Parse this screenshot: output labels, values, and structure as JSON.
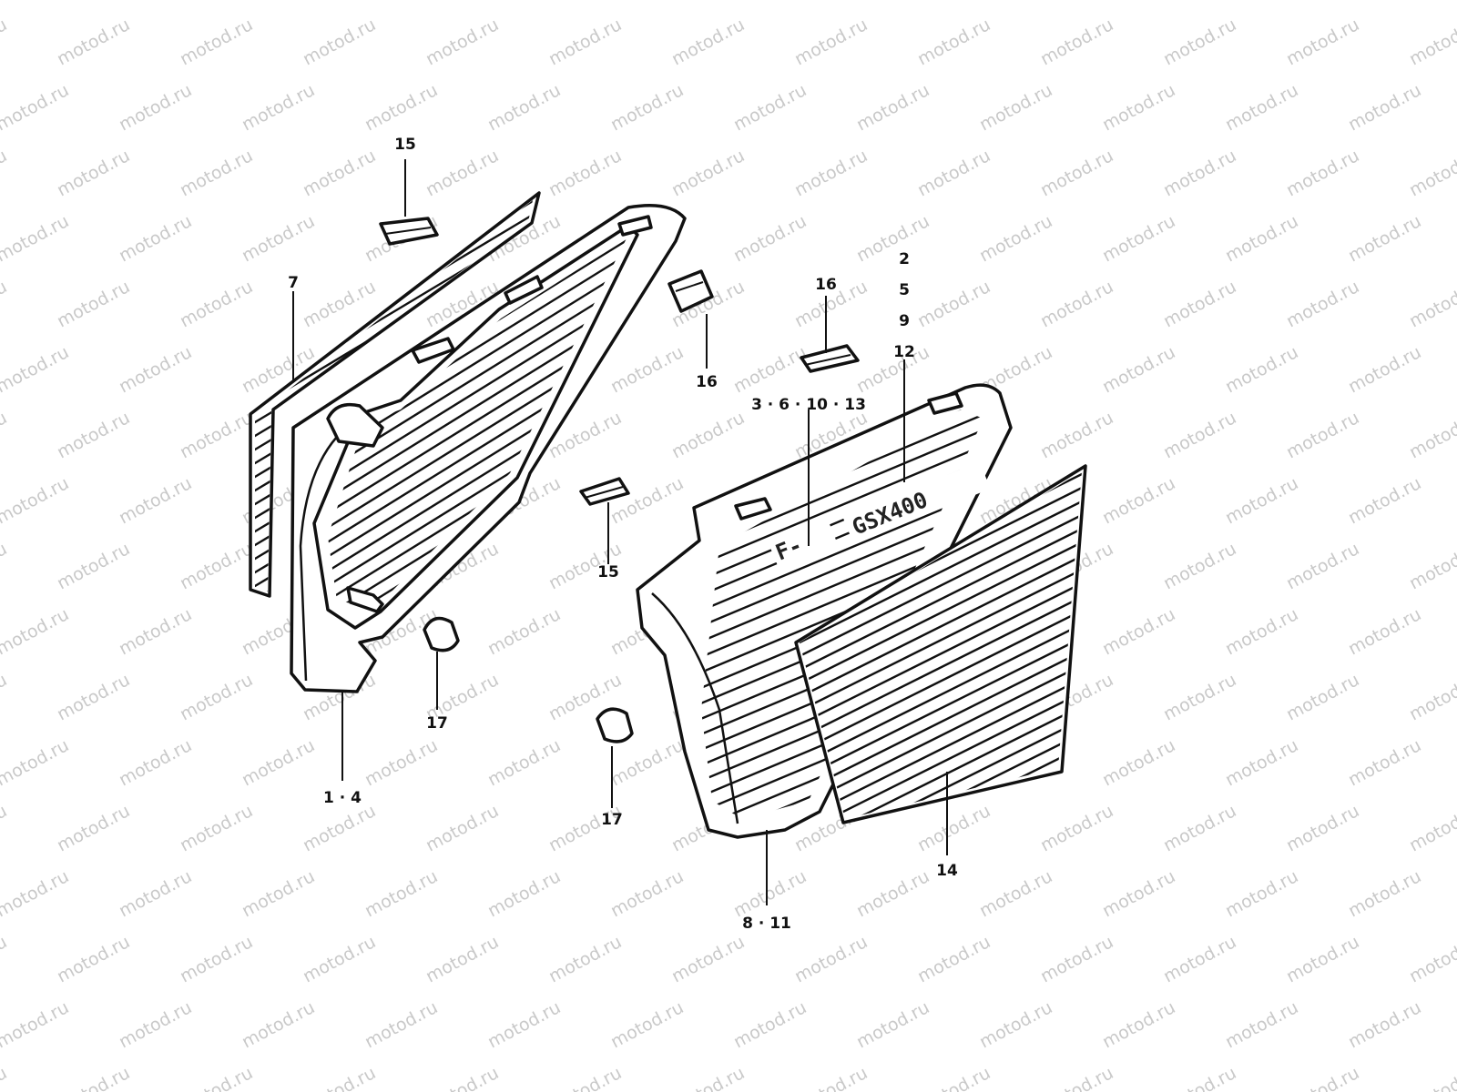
{
  "watermark": "motod.ru",
  "emblem": {
    "model_text": "GSX400",
    "prefix_text": "F-"
  },
  "callouts": {
    "c15_top": "15",
    "c7": "7",
    "c16_mid": "16",
    "c16_right": "16",
    "c2_5_9_12": [
      "2",
      "5",
      "9",
      "12"
    ],
    "c3_6_10_13": "3 · 6 · 10 · 13",
    "c15_mid": "15",
    "c17_left": "17",
    "c1_4": "1 · 4",
    "c17_bottom": "17",
    "c8_11": "8 · 11",
    "c14": "14"
  },
  "colors": {
    "ink": "#111111",
    "watermark": "#c9c9c9",
    "paper": "#ffffff"
  }
}
